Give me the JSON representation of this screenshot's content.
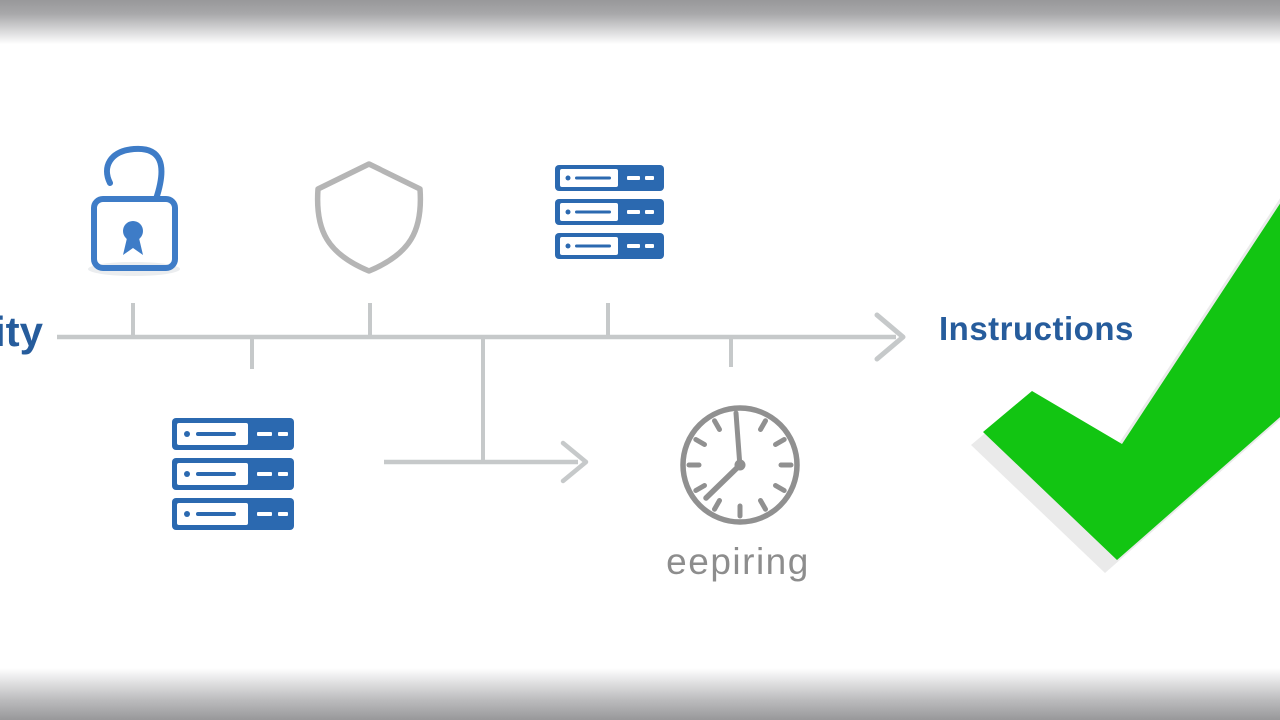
{
  "artwork": {
    "kind": "security-timeline-illustration"
  },
  "labels": {
    "left_partial": "ity",
    "timeline_end": "Instructions",
    "clock_caption": "eepiring"
  },
  "colors": {
    "label_blue": "#265c9c",
    "icon_blue": "#2b69b0",
    "lock_blue": "#3e7cc7",
    "line_gray": "#c6c9ca",
    "outline_gray": "#b5b5b5",
    "clock_gray": "#909090",
    "caption_gray": "#8d8d8d",
    "check_green": "#12c512",
    "frame_gray": "#98989a"
  },
  "icons": {
    "padlock": "open-padlock-icon",
    "shield": "shield-icon",
    "server_stack_top": "server-stack-icon",
    "server_stack_bottom": "server-stack-icon",
    "clock": "clock-icon",
    "checkmark": "green-checkmark-icon"
  }
}
